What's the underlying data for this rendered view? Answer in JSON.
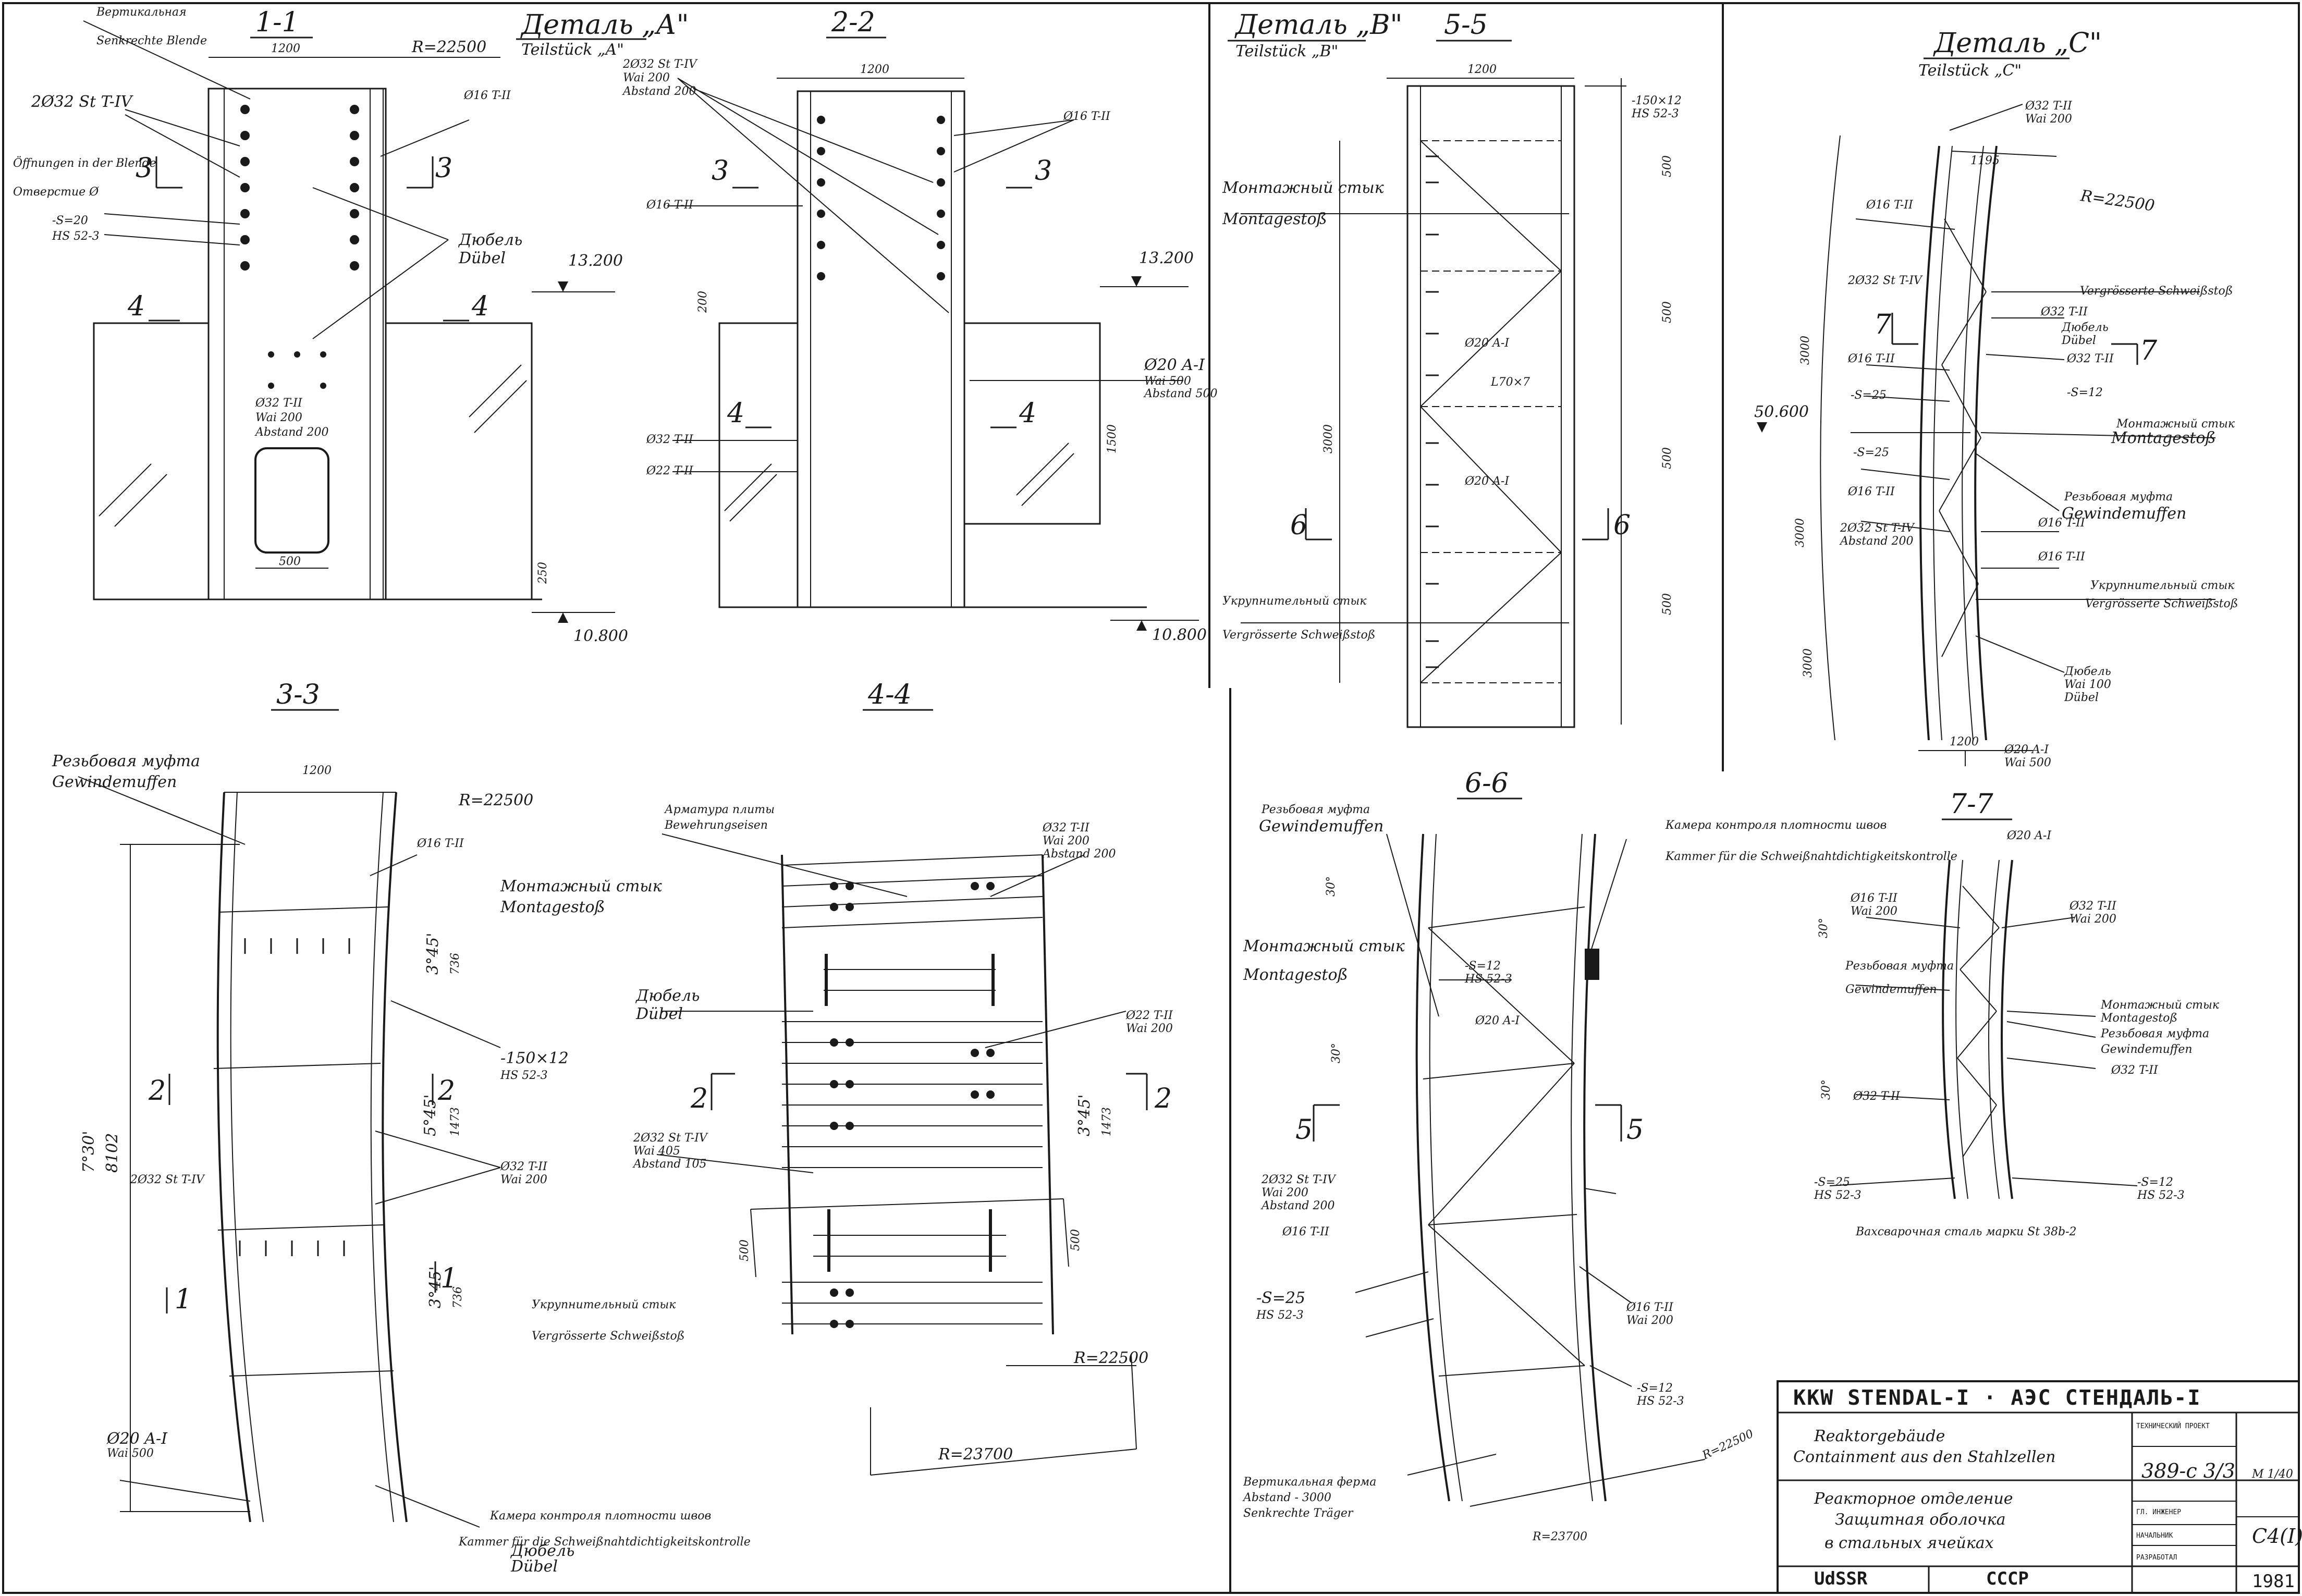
{
  "sections": {
    "s11": "1-1",
    "s22": "2-2",
    "s33": "3-3",
    "s44": "4-4",
    "s55": "5-5",
    "s66": "6-6",
    "s77": "7-7"
  },
  "details": {
    "a_ru": "Деталь „А\"",
    "a_de": "Teilstück „A\"",
    "b_ru": "Деталь „B\"",
    "b_de": "Teilstück „B\"",
    "c_ru": "Деталь „C\"",
    "c_de": "Teilstück „C\""
  },
  "dims": {
    "d1200": "1200",
    "r22500": "R=22500",
    "r22500b": "R=22500",
    "r23700": "R=23700",
    "e13200": "13.200",
    "e10800": "10.800",
    "e13200b": "13.200",
    "e10800b": "10.800",
    "e50600": "50.600",
    "d500": "500",
    "d250": "250",
    "d200": "200",
    "d1500": "1500",
    "d3000": "3000",
    "d1195": "1195",
    "d736": "736",
    "d1473": "1473",
    "d8102": "8102",
    "d7_30": "7°30'",
    "d5_45": "5°45'",
    "d3_45": "3°45'",
    "d30": "30°"
  },
  "labels": {
    "vert_blende_ru": "Вертикальная",
    "vert_blende_de": "Senkrechte Blende",
    "bar2032": "2Ø32 St T-IV",
    "bar16": "Ø16 T-II",
    "bar32": "Ø32 T-II",
    "opening_de": "Öffnungen in der Blende",
    "opening_ru": "Отверстие Ø",
    "plate_s20": "-S=20",
    "hs523": "HS 52-3",
    "dubel_ru": "Дюбель",
    "dubel_de": "Dübel",
    "wai200": "Wai 200",
    "abstand200": "Abstand 200",
    "bar20": "Ø20 A-I",
    "wai500": "Wai 500",
    "abstand500": "Abstand 500",
    "bar22": "Ø22 T-II",
    "montage_ru": "Монтажный стык",
    "montage_de": "Montagestoß",
    "ukrup_ru": "Укрупнительный стык",
    "ukrup_de": "Vergrösserte Schweißstoß",
    "plate150": "-150×12",
    "l70": "L70×7",
    "muft_ru": "Резьбовая муфта",
    "muft_de": "Gewindemuffen",
    "armatur_ru": "Арматура плиты",
    "armatur_de": "Bewehrungseisen",
    "kamera_ru": "Камера контроля плотности швов",
    "kamera_de": "Kammer für die Schweißnahtdichtigkeitskontrolle",
    "ferma_ru": "Вертикальная ферма",
    "ferma_de": "Abstand - 3000",
    "traeger": "Senkrechte Träger",
    "plate_s25": "-S=25",
    "plate_s12": "-S=12",
    "wai100": "Wai 100",
    "wai405": "Wai 405",
    "abstand105": "Abstand 105",
    "ref_c": "Вахсварочная сталь марки St 38b-2"
  },
  "cuts": [
    "3",
    "3",
    "4",
    "4",
    "3",
    "3",
    "4",
    "4",
    "2",
    "2",
    "2",
    "2",
    "1",
    "1",
    "6",
    "6",
    "5",
    "5",
    "7",
    "7"
  ],
  "title_block": {
    "project": "KKW STENDAL-I · АЭС СТЕНДАЛЬ-I",
    "de1": "Reaktorgebäude",
    "de2": "Containment aus den Stahlzellen",
    "ru1": "Реакторное отделение",
    "ru2": "Защитная оболочка",
    "ru3": "в стальных ячейках",
    "code": "389-c 3/3",
    "scale": "M 1/40",
    "sheet": "C4(I)",
    "year": "1981",
    "org1": "UdSSR",
    "org2": "СССР",
    "side1": "ТЕХНИЧЕСКИЙ ПРОЕКТ",
    "side2": "ГЛ. ИНЖЕНЕР",
    "side3": "НАЧАЛЬНИК",
    "side4": "РАЗРАБОТАЛ"
  }
}
